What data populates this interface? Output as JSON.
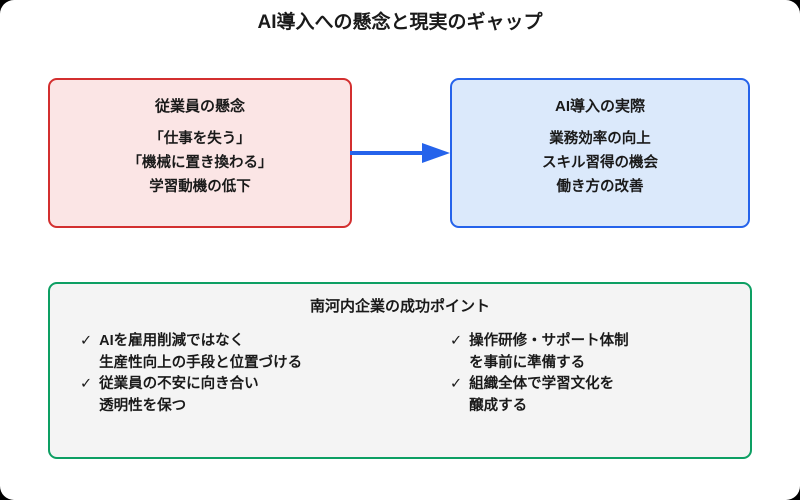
{
  "page": {
    "title": "AI導入への懸念と現実のギャップ"
  },
  "concerns_box": {
    "title": "従業員の懸念",
    "items": [
      "「仕事を失う」",
      "「機械に置き換わる」",
      "学習動機の低下"
    ],
    "border_color": "#d32f2f",
    "fill_color": "#fbe5e5"
  },
  "arrow": {
    "direction": "right",
    "color": "#2563eb"
  },
  "reality_box": {
    "title": "AI導入の実際",
    "items": [
      "業務効率の向上",
      "スキル習得の機会",
      "働き方の改善"
    ],
    "border_color": "#2563eb",
    "fill_color": "#dbe9fb"
  },
  "success_box": {
    "title": "南河内企業の成功ポイント",
    "check_glyph": "✓",
    "border_color": "#0d9f63",
    "fill_color": "#f4f4f4",
    "left_items": [
      "AIを雇用削減ではなく\n生産性向上の手段と位置づける",
      "従業員の不安に向き合い\n透明性を保つ"
    ],
    "right_items": [
      "操作研修・サポート体制\nを事前に準備する",
      "組織全体で学習文化を\n醸成する"
    ]
  }
}
